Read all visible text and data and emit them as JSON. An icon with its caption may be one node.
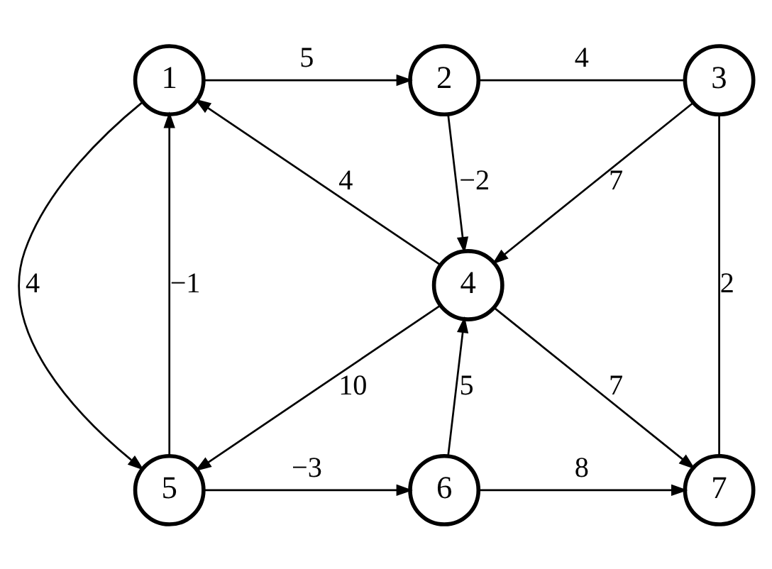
{
  "diagram": {
    "nodes": [
      {
        "text": [
          "1"
        ]
      },
      {
        "text": [
          "2"
        ]
      },
      {
        "text": [
          "3"
        ]
      },
      {
        "text": [
          "4"
        ]
      },
      {
        "text": [
          "5"
        ]
      },
      {
        "text": [
          "6"
        ]
      },
      {
        "text": [
          "7"
        ]
      }
    ],
    "edges": [
      {
        "from": 0,
        "to": 1,
        "arrow": "to",
        "label": "5"
      },
      {
        "from": 1,
        "to": 2,
        "arrow": "none",
        "label": "4"
      },
      {
        "from": 0,
        "to": 4,
        "arrow": "to",
        "label": "4"
      },
      {
        "from": 4,
        "to": 0,
        "arrow": "to",
        "label": "−1"
      },
      {
        "from": 3,
        "to": 0,
        "arrow": "to",
        "label": "4"
      },
      {
        "from": 1,
        "to": 3,
        "arrow": "to",
        "label": "−2"
      },
      {
        "from": 2,
        "to": 3,
        "arrow": "to",
        "label": "7"
      },
      {
        "from": 3,
        "to": 4,
        "arrow": "to",
        "label": "10"
      },
      {
        "from": 5,
        "to": 3,
        "arrow": "to",
        "label": "5"
      },
      {
        "from": 3,
        "to": 6,
        "arrow": "to",
        "label": "7"
      },
      {
        "from": 2,
        "to": 6,
        "arrow": "none",
        "label": "2"
      },
      {
        "from": 4,
        "to": 5,
        "arrow": "to",
        "label": "−3"
      },
      {
        "from": 5,
        "to": 6,
        "arrow": "to",
        "label": "8"
      }
    ]
  }
}
